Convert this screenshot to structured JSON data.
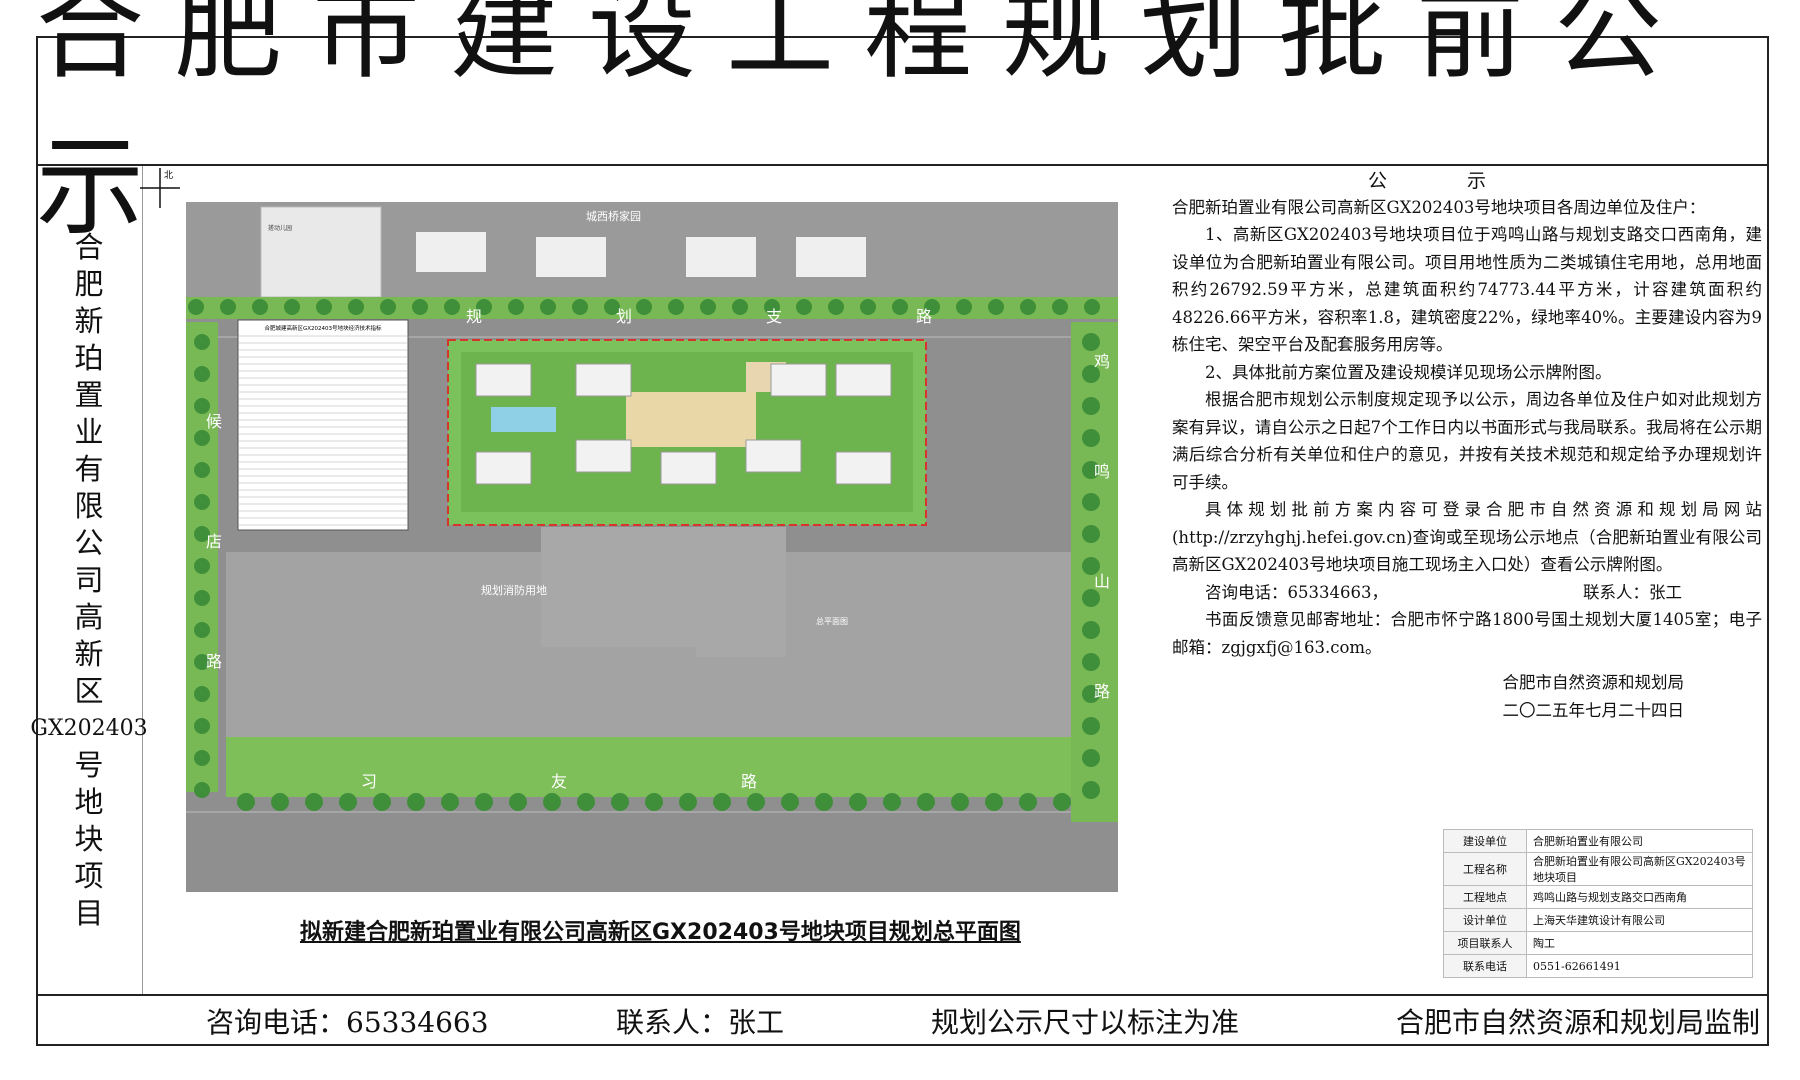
{
  "title": "合肥市建设工程规划批前公示",
  "left_column": {
    "chars": [
      "合",
      "肥",
      "新",
      "珀",
      "置",
      "业",
      "有",
      "限",
      "公",
      "司",
      "高",
      "新",
      "区"
    ],
    "code": "GX202403",
    "chars2": [
      "号",
      "地",
      "块",
      "项",
      "目"
    ]
  },
  "plan": {
    "caption": "拟新建合肥新珀置业有限公司高新区GX202403号地块项目规划总平面图",
    "north_label": "北",
    "labels": {
      "top_community": "城西桥家园",
      "kindergarten": "搓动儿园",
      "road_top": [
        "规",
        "划",
        "支",
        "路"
      ],
      "road_right": [
        "鸡",
        "鸣",
        "山",
        "路"
      ],
      "road_left": [
        "候",
        "店",
        "路"
      ],
      "road_bottom": [
        "习",
        "友",
        "路"
      ],
      "fire_field": "规划消防用地",
      "site_plan_label": "总平面图",
      "table_title": "合肥城建高新区GX202403号地块经济技术指标"
    }
  },
  "notice": {
    "head": "公示",
    "salutation": "合肥新珀置业有限公司高新区GX202403号地块项目各周边单位及住户：",
    "para1": "1、高新区GX202403号地块项目位于鸡鸣山路与规划支路交口西南角，建设单位为合肥新珀置业有限公司。项目用地性质为二类城镇住宅用地，总用地面积约26792.59平方米，总建筑面积约74773.44平方米，计容建筑面积约48226.66平方米，容积率1.8，建筑密度22%，绿地率40%。主要建设内容为9栋住宅、架空平台及配套服务用房等。",
    "para2": "2、具体批前方案位置及建设规模详见现场公示牌附图。",
    "para3": "根据合肥市规划公示制度规定现予以公示，周边各单位及住户如对此规划方案有异议，请自公示之日起7个工作日内以书面形式与我局联系。我局将在公示期满后综合分析有关单位和住户的意见，并按有关技术规范和规定给予办理规划许可手续。",
    "para4": "具体规划批前方案内容可登录合肥市自然资源和规划局网站(http://zrzyhghj.hefei.gov.cn)查询或至现场公示地点（合肥新珀置业有限公司高新区GX202403号地块项目施工现场主入口处）查看公示牌附图。",
    "phone": "咨询电话：65334663，",
    "contact": "联系人：张工",
    "mail": "书面反馈意见邮寄地址：合肥市怀宁路1800号国土规划大厦1405室；电子邮箱：zgjgxfj@163.com。",
    "org": "合肥市自然资源和规划局",
    "date": "二〇二五年七月二十四日"
  },
  "info_table": [
    {
      "k": "建设单位",
      "v": "合肥新珀置业有限公司"
    },
    {
      "k": "工程名称",
      "v": "合肥新珀置业有限公司高新区GX202403号地块项目"
    },
    {
      "k": "工程地点",
      "v": "鸡鸣山路与规划支路交口西南角"
    },
    {
      "k": "设计单位",
      "v": "上海天华建筑设计有限公司"
    },
    {
      "k": "项目联系人",
      "v": "陶工"
    },
    {
      "k": "联系电话",
      "v": "0551-62661491"
    }
  ],
  "footer": {
    "phone": "咨询电话：65334663",
    "contact": "联系人：张工",
    "note": "规划公示尺寸以标注为准",
    "supervisor": "合肥市自然资源和规划局监制"
  },
  "colors": {
    "road": "#8e8e8e",
    "green": "#7fbf5a",
    "tree": "#3f8f3a",
    "redline": "#d9342b"
  }
}
